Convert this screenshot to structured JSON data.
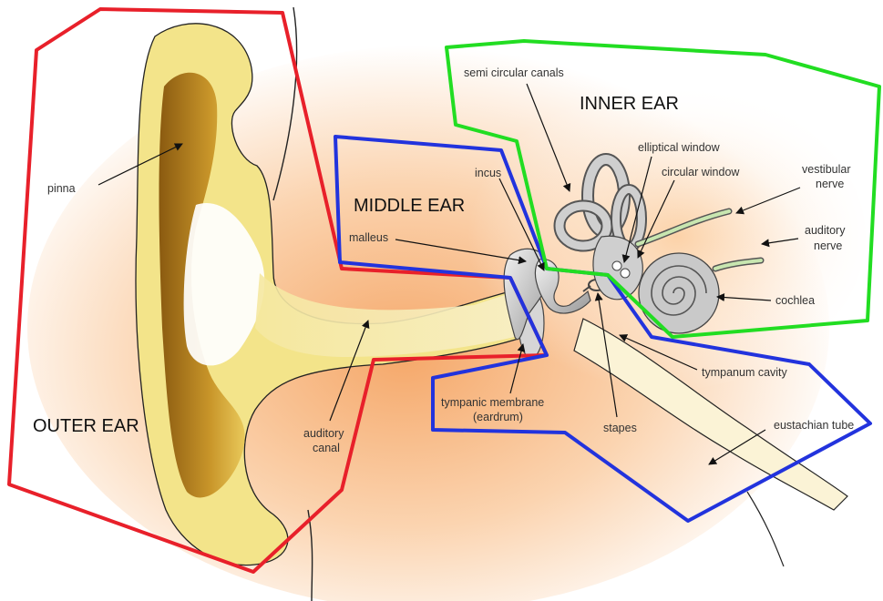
{
  "regions": {
    "outer": "OUTER EAR",
    "middle": "MIDDLE EAR",
    "inner": "INNER EAR"
  },
  "labels": {
    "pinna": "pinna",
    "auditory_canal_1": "auditory",
    "auditory_canal_2": "canal",
    "malleus": "malleus",
    "incus": "incus",
    "tympanic_1": "tympanic membrane",
    "tympanic_2": "(eardrum)",
    "stapes": "stapes",
    "semicircular": "semi circular canals",
    "elliptical": "elliptical window",
    "circular": "circular window",
    "vestibular_1": "vestibular",
    "vestibular_2": "nerve",
    "auditory_nerve_1": "auditory",
    "auditory_nerve_2": "nerve",
    "cochlea": "cochlea",
    "tympanum": "tympanum cavity",
    "eustachian": "eustachian tube"
  },
  "colors": {
    "outer_border": "#e8202a",
    "middle_border": "#2233dd",
    "inner_border": "#22dd22",
    "background_glow": "#f5a86a",
    "pinna_fill": "#f3e48a",
    "pinna_shadow": "#a97a1c"
  }
}
